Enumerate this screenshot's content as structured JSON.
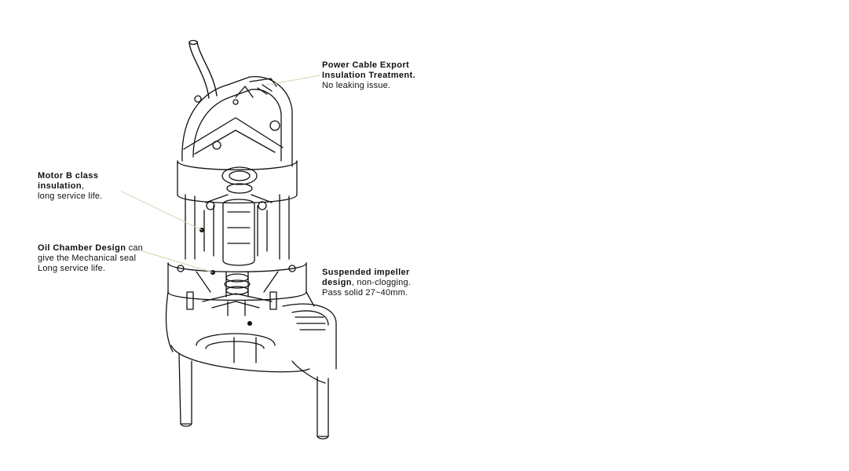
{
  "callouts": {
    "power_cable": {
      "line1": "Power Cable Export",
      "line2": "Insulation Treatment.",
      "line3": "No leaking issue."
    },
    "motor": {
      "line1": "Motor B class",
      "line2_bold": "insulation",
      "line2_rest": ",",
      "line3": "long service life."
    },
    "oil_chamber": {
      "line1_bold": "Oil Chamber Design",
      "line1_rest": " can",
      "line2": "give the Mechanical seal",
      "line3": "Long service life."
    },
    "impeller": {
      "line1": "Suspended impeller",
      "line2_bold": "design",
      "line2_rest": ", non-clogging.",
      "line3": "Pass solid 27~40mm."
    }
  },
  "colors": {
    "leader_line": "#d8d2b0",
    "outline": "#111111",
    "background": "#ffffff"
  }
}
